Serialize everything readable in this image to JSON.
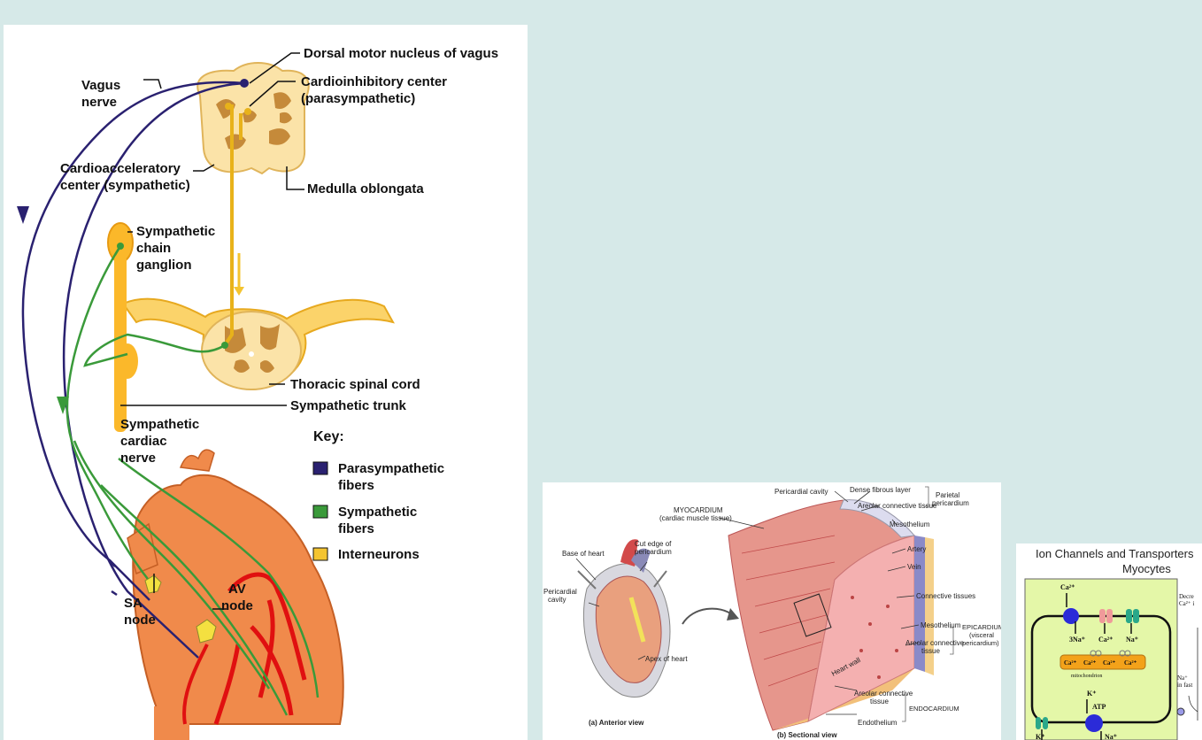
{
  "nervous_diagram": {
    "labels": {
      "dorsal_motor": "Dorsal motor nucleus of vagus",
      "vagus_1": "Vagus",
      "vagus_2": "nerve",
      "cardioinhibitory_1": "Cardioinhibitory center",
      "cardioinhibitory_2": "(parasympathetic)",
      "cardioacceleratory_1": "Cardioacceleratory",
      "cardioacceleratory_2": "center (sympathetic)",
      "medulla": "Medulla oblongata",
      "chain_1": "Sympathetic",
      "chain_2": "chain",
      "chain_3": "ganglion",
      "thoracic": "Thoracic spinal cord",
      "trunk": "Sympathetic trunk",
      "cardiac_1": "Sympathetic",
      "cardiac_2": "cardiac",
      "cardiac_3": "nerve",
      "sa_1": "SA",
      "sa_2": "node",
      "av_1": "AV",
      "av_2": "node"
    },
    "key": {
      "title": "Key:",
      "items": [
        {
          "label_1": "Parasympathetic",
          "label_2": "fibers",
          "color": "#2a2170"
        },
        {
          "label_1": "Sympathetic",
          "label_2": "fibers",
          "color": "#3a9a3a"
        },
        {
          "label_1": "Interneurons",
          "label_2": "",
          "color": "#f4c430"
        }
      ]
    },
    "colors": {
      "parasympathetic": "#2a2170",
      "sympathetic": "#3a9a3a",
      "interneuron": "#e8b21a",
      "heart": "#f08a4b",
      "artery": "#e01010",
      "cord": "#fbe3a8"
    }
  },
  "wall_diagram": {
    "labels": {
      "pericardial_cavity_top": "Pericardial cavity",
      "dense_fibrous": "Dense fibrous layer",
      "areolar_top": "Areolar connective tissue",
      "mesothelium_top": "Mesothelium",
      "parietal_1": "Parietal",
      "parietal_2": "pericardium",
      "myocardium_1": "MYOCARDIUM",
      "myocardium_2": "(cardiac muscle tissue)",
      "base_heart": "Base of heart",
      "cut_edge_1": "Cut edge of",
      "cut_edge_2": "pericardium",
      "pericardial_cavity_left_1": "Pericardial",
      "pericardial_cavity_left_2": "cavity",
      "apex": "Apex of heart",
      "anterior_view": "(a) Anterior view",
      "artery": "Artery",
      "vein": "Vein",
      "connective": "Connective tissues",
      "mesothelium_mid": "Mesothelium",
      "epicardium_1": "EPICARDIUM",
      "epicardium_2": "(visceral",
      "epicardium_3": "pericardium)",
      "areolar_mid_1": "Areolar connective",
      "areolar_mid_2": "tissue",
      "heart_wall": "Heart wall",
      "areolar_bottom_1": "Areolar connective",
      "areolar_bottom_2": "tissue",
      "endocardium": "ENDOCARDIUM",
      "endothelium": "Endothelium",
      "sectional_view": "(b) Sectional view"
    }
  },
  "ion_diagram": {
    "title_1": "Ion Channels and Transporters",
    "title_2": "Myocytes",
    "labels": {
      "ca_top": "Ca²⁺",
      "na3": "3Na⁺",
      "ca_mid": "Ca²⁺",
      "na_mid": "Na⁺",
      "mito_1": "Ca²⁺",
      "mito_2": "Ca²⁺",
      "mito_3": "Ca²⁺",
      "mito_4": "Ca²⁺",
      "mitochondrion": "mitochondrion",
      "k_plus": "K⁺",
      "atp": "ATP",
      "k_bottom": "K⁺",
      "na_bottom": "Na⁺",
      "decrease_1": "Decre",
      "decrease_2": "Ca²⁺ i",
      "na_fast_1": "Na⁺",
      "na_fast_2": "in fast"
    }
  }
}
